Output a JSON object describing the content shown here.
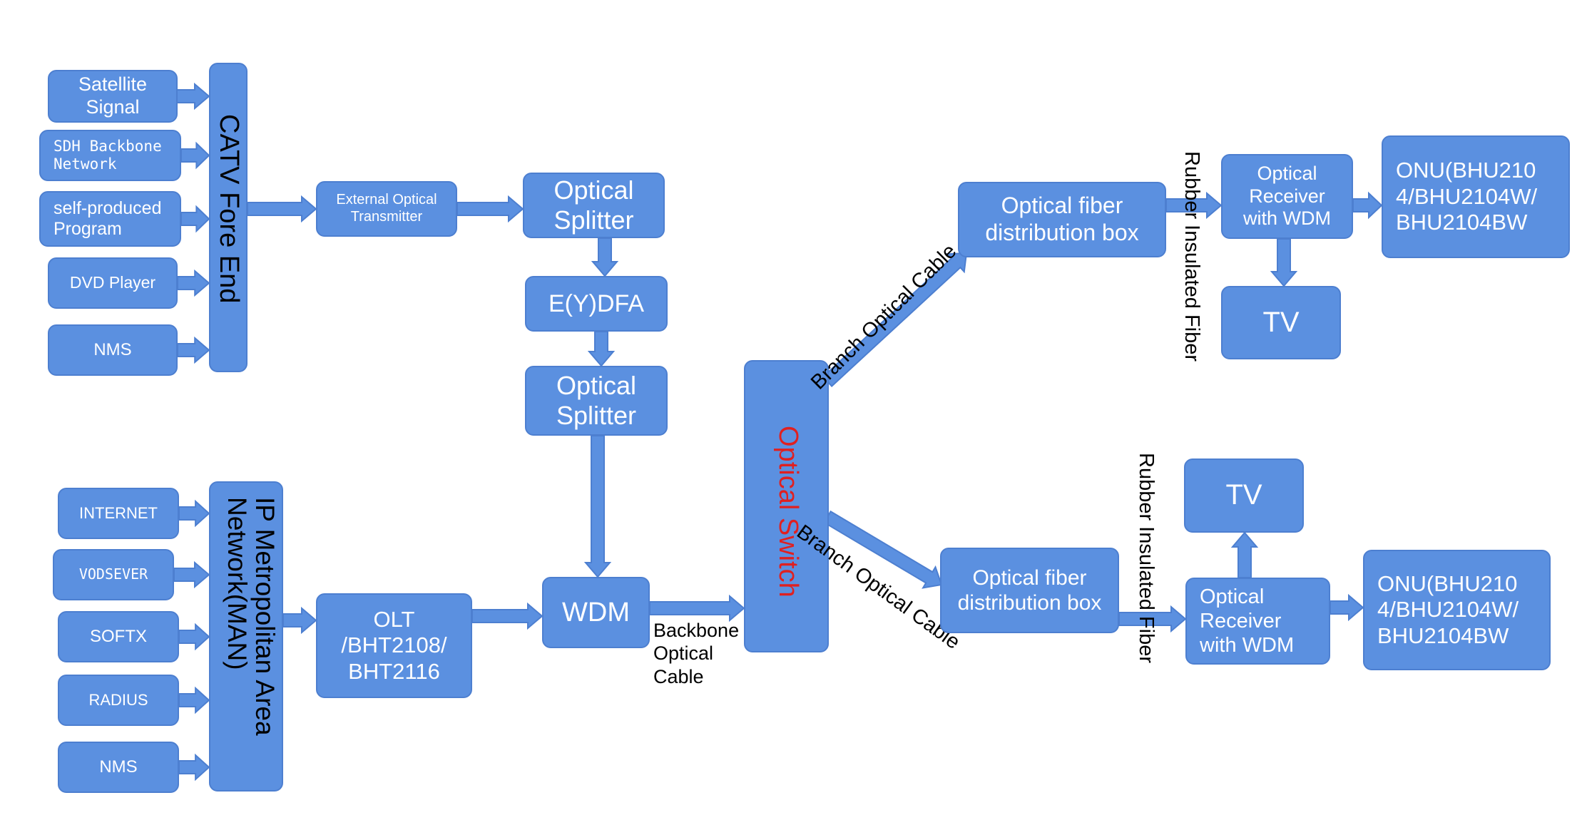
{
  "colors": {
    "box_fill": "#5b90e0",
    "box_border": "#4d7fd0",
    "switch_text": "#e02020",
    "text_dark": "#000000"
  },
  "catv_inputs": [
    "Satellite\nSignal",
    "SDH Backbone\nNetwork",
    "self-produced\nProgram",
    "DVD Player",
    "NMS"
  ],
  "catv_fore_end": "CATV Fore End",
  "external_transmitter": "External Optical\nTransmitter",
  "splitter_top": "Optical\nSplitter",
  "eydfa": "E(Y)DFA",
  "splitter_mid": "Optical\nSplitter",
  "wdm": "WDM",
  "ip_inputs": [
    "INTERNET",
    "VODSEVER",
    "SOFTX",
    "RADIUS",
    "NMS"
  ],
  "ip_man": "IP Metropolitan Area\nNetwork(MAN)",
  "olt": "OLT\n/BHT2108/\nBHT2116",
  "backbone_cable": "Backbone\nOptical\nCable",
  "optical_switch": "Optical Switch",
  "branch_cable_upper": "Branch Optical Cable",
  "branch_cable_lower": "Branch Optical Cable",
  "dist_box_upper": "Optical fiber\ndistribution box",
  "dist_box_lower": "Optical fiber\ndistribution box",
  "rubber_fiber_upper": "Rubber Insulated Fiber",
  "rubber_fiber_lower": "Rubber Insulated Fiber",
  "receiver_upper": "Optical\nReceiver\nwith WDM",
  "receiver_lower": "Optical\nReceiver\nwith WDM",
  "tv_upper": "TV",
  "tv_lower": "TV",
  "onu_upper": "ONU(BHU210\n4/BHU2104W/\nBHU2104BW",
  "onu_lower": "ONU(BHU210\n4/BHU2104W/\nBHU2104BW"
}
